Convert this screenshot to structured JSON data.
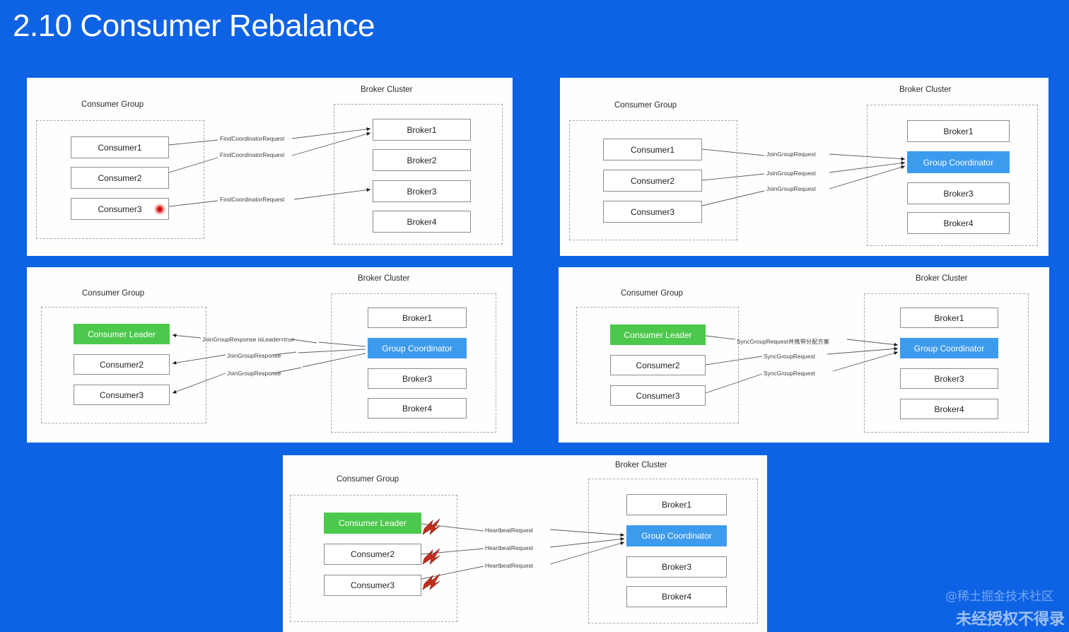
{
  "slide": {
    "title": "2.10 Consumer Rebalance",
    "background_color": "#0E63E4",
    "title_color": "#FFFFFF"
  },
  "colors": {
    "coordinator_blue": "#3D9BEE",
    "leader_green": "#4CC94C",
    "bolt_red": "#C03020",
    "cursor_red": "#C8120F",
    "panel_white": "#FEFEFE",
    "box_border_gray": "#8C8C8C",
    "dashed_gray": "#A8A8A8"
  },
  "labels": {
    "consumer_group": "Consumer Group",
    "broker_cluster": "Broker Cluster"
  },
  "panels": [
    {
      "id": "panel-find-coordinator",
      "step": 1,
      "consumer_group_title": "Consumer Group",
      "broker_cluster_title": "Broker Cluster",
      "consumers": [
        "Consumer1",
        "Consumer2",
        "Consumer3"
      ],
      "brokers": [
        "Broker1",
        "Broker2",
        "Broker3",
        "Broker4"
      ],
      "edge_labels": [
        "FindCoordinatorRequest",
        "FindCoordinatorRequest",
        "FindCoordinatorRequest"
      ],
      "direction": "consumer-to-broker",
      "has_cursor": true,
      "has_bolts": false
    },
    {
      "id": "panel-join-group-request",
      "step": 2,
      "consumer_group_title": "Consumer Group",
      "broker_cluster_title": "Broker Cluster",
      "consumers": [
        "Consumer1",
        "Consumer2",
        "Consumer3"
      ],
      "brokers": [
        "Broker1",
        "Group Coordinator",
        "Broker3",
        "Broker4"
      ],
      "edge_labels": [
        "JoinGroupRequest",
        "JoinGroupRequest",
        "JoinGroupRequest"
      ],
      "direction": "consumer-to-broker",
      "has_cursor": false,
      "has_bolts": false
    },
    {
      "id": "panel-join-group-response",
      "step": 3,
      "consumer_group_title": "Consumer Group",
      "broker_cluster_title": "Broker Cluster",
      "consumers": [
        "Consumer Leader",
        "Consumer2",
        "Consumer3"
      ],
      "brokers": [
        "Broker1",
        "Group Coordinator",
        "Broker3",
        "Broker4"
      ],
      "edge_labels": [
        "JoinGroupResponse isLeader=true",
        "JoinGroupResponse",
        "JoinGroupResponse"
      ],
      "direction": "broker-to-consumer",
      "has_cursor": false,
      "has_bolts": false
    },
    {
      "id": "panel-sync-group-request",
      "step": 4,
      "consumer_group_title": "Consumer Group",
      "broker_cluster_title": "Broker Cluster",
      "consumers": [
        "Consumer Leader",
        "Consumer2",
        "Consumer3"
      ],
      "brokers": [
        "Broker1",
        "Group Coordinator",
        "Broker3",
        "Broker4"
      ],
      "edge_labels": [
        "SyncGroupRequest并携带分配方案",
        "SyncGroupRequest",
        "SyncGroupRequest"
      ],
      "direction": "consumer-to-broker",
      "has_cursor": false,
      "has_bolts": false
    },
    {
      "id": "panel-heartbeat-request",
      "step": 5,
      "consumer_group_title": "Consumer Group",
      "broker_cluster_title": "Broker Cluster",
      "consumers": [
        "Consumer Leader",
        "Consumer2",
        "Consumer3"
      ],
      "brokers": [
        "Broker1",
        "Group Coordinator",
        "Broker3",
        "Broker4"
      ],
      "edge_labels": [
        "HeartbeatRequest",
        "HeartbeatRequest",
        "HeartbeatRequest"
      ],
      "direction": "consumer-to-broker",
      "has_cursor": false,
      "has_bolts": true
    }
  ],
  "watermark": {
    "handle": "@稀土掘金技术社区",
    "notice": "未经授权不得录"
  }
}
